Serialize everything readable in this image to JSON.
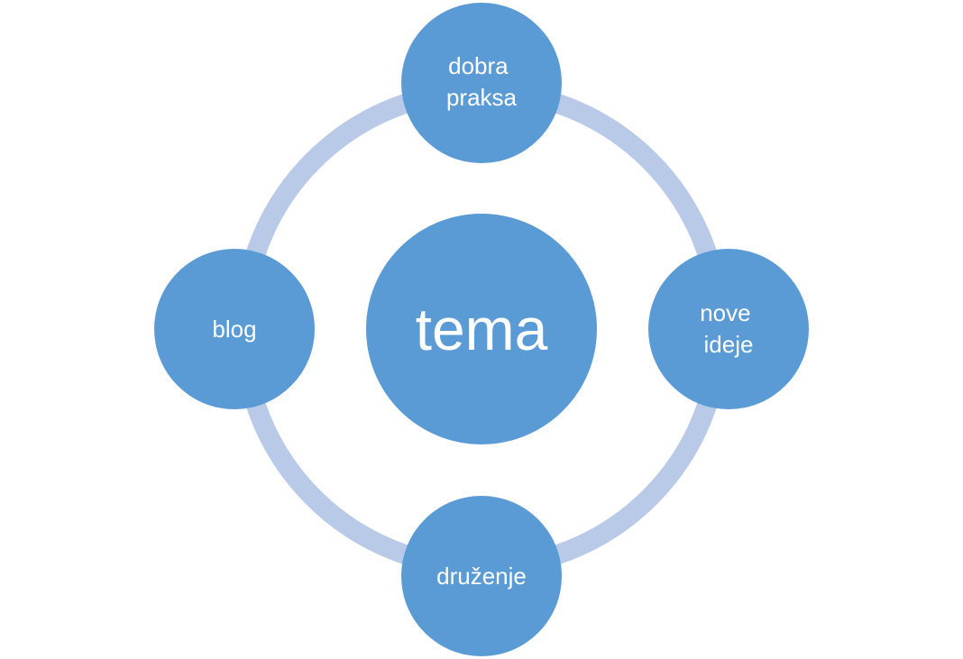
{
  "diagram": {
    "center": {
      "label": "tema"
    },
    "nodes": [
      {
        "id": "top",
        "lines": [
          "dobra",
          "praksa"
        ]
      },
      {
        "id": "right",
        "lines": [
          "nove",
          "ideje"
        ]
      },
      {
        "id": "bottom",
        "lines": [
          "druženje"
        ]
      },
      {
        "id": "left",
        "lines": [
          "blog"
        ]
      }
    ]
  },
  "colors": {
    "node_fill": "#5b9bd5",
    "ring_stroke": "#b8cae8",
    "text": "#ffffff"
  }
}
